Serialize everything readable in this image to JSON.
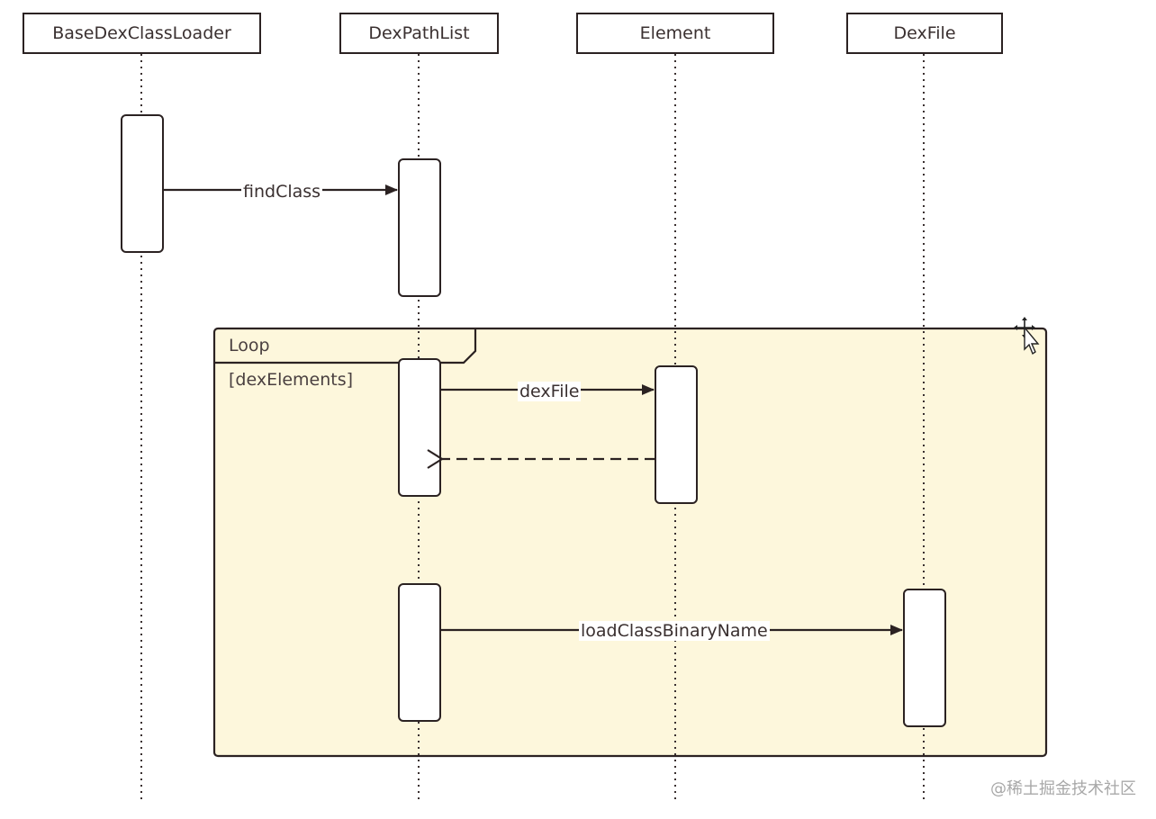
{
  "participants": [
    {
      "id": "base",
      "label": "BaseDexClassLoader"
    },
    {
      "id": "dpl",
      "label": "DexPathList"
    },
    {
      "id": "elem",
      "label": "Element"
    },
    {
      "id": "dexfile",
      "label": "DexFile"
    }
  ],
  "loop": {
    "title": "Loop",
    "guard": "[dexElements]"
  },
  "messages": [
    {
      "id": "find-class",
      "label": "findClass",
      "from": "base",
      "to": "dpl",
      "style": "solid"
    },
    {
      "id": "dex-file",
      "label": "dexFile",
      "from": "dpl",
      "to": "elem",
      "style": "solid"
    },
    {
      "id": "return",
      "label": "",
      "from": "elem",
      "to": "dpl",
      "style": "dashed"
    },
    {
      "id": "load-class",
      "label": "loadClassBinaryName",
      "from": "dpl",
      "to": "dexfile",
      "style": "solid"
    }
  ],
  "watermark": "@稀土掘金技术社区",
  "colors": {
    "line": "#2b2222",
    "loop_fill": "#fdf7dc",
    "lifeline": "#3a3030"
  }
}
